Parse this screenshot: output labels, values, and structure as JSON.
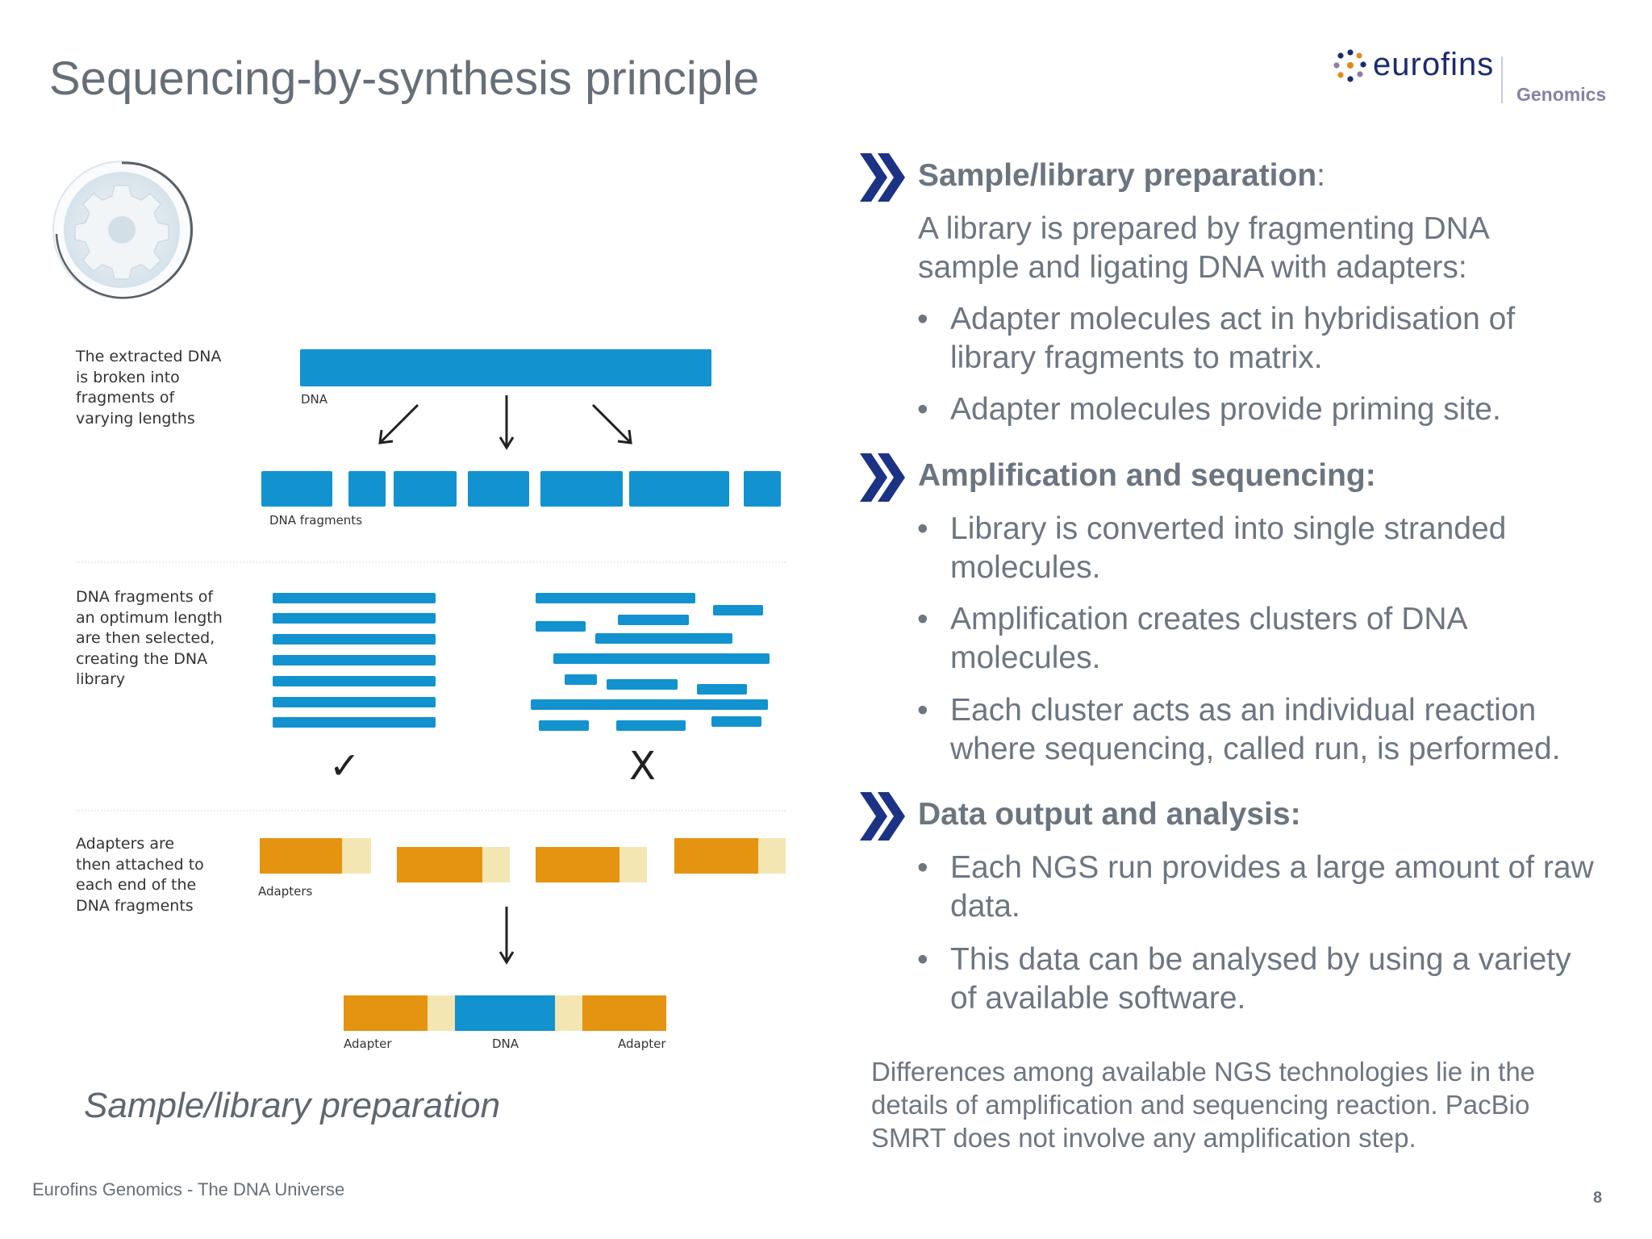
{
  "slide": {
    "title": "Sequencing-by-synthesis principle",
    "page_number": "8",
    "footer": "Eurofins Genomics - The DNA Universe"
  },
  "logo": {
    "word": "eurofins",
    "sub": "Genomics"
  },
  "diagram": {
    "step1_label": "The extracted DNA\nis broken into\nfragments of\nvarying lengths",
    "dna_label": "DNA",
    "fragments_label": "DNA fragments",
    "step2_label": "DNA fragments of\nan optimum length\nare then selected,\ncreating the DNA\nlibrary",
    "check_mark": "✓",
    "x_mark": "X",
    "step3_label": "Adapters are\nthen attached to\neach end of the\nDNA fragments",
    "adapters_label": "Adapters",
    "final_adapter_left": "Adapter",
    "final_dna": "DNA",
    "final_adapter_right": "Adapter",
    "caption": "Sample/library preparation"
  },
  "sections": [
    {
      "heading": "Sample/library preparation",
      "heading_suffix": ":",
      "intro": "A library is prepared by fragmenting DNA sample and ligating DNA with adapters:",
      "bullets": [
        "Adapter molecules act in hybridisation of library fragments to matrix.",
        "Adapter molecules provide priming site."
      ]
    },
    {
      "heading": "Amplification and sequencing:",
      "bullets": [
        "Library is converted into single stranded molecules.",
        "Amplification creates clusters of DNA molecules.",
        "Each cluster acts as an individual reaction where sequencing, called run, is performed."
      ]
    },
    {
      "heading": "Data output and analysis:",
      "bullets": [
        "Each NGS run provides a large amount of raw data.",
        "This data can be analysed by using a variety of available software."
      ]
    }
  ],
  "note": "Differences among available NGS technologies lie in the details of amplification and sequencing reaction. PacBio SMRT does not involve any amplification step.",
  "colors": {
    "dna_blue": "#1292cf",
    "adapter_orange": "#e49410",
    "adapter_cream": "#f3e6b3",
    "chevron_navy": "#1b3285",
    "text_gray": "#6d7681"
  }
}
